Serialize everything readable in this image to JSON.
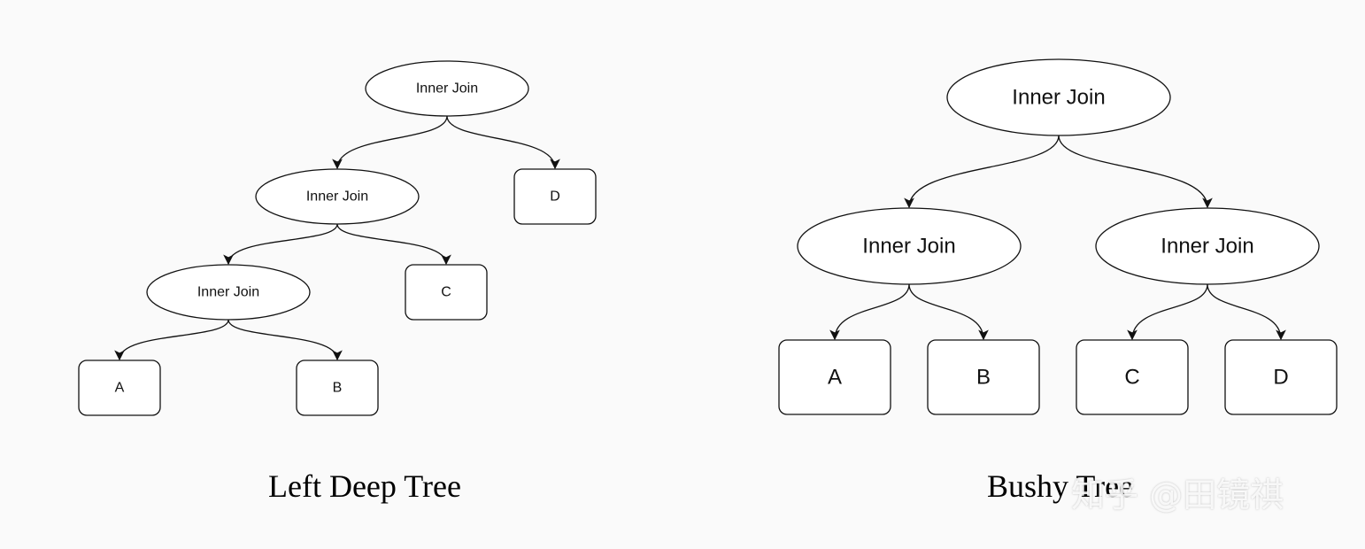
{
  "diagrams": {
    "left": {
      "caption": "Left Deep Tree",
      "nodes": [
        {
          "id": "lj1",
          "label": "Inner Join",
          "shape": "ellipse"
        },
        {
          "id": "lj2",
          "label": "Inner Join",
          "shape": "ellipse"
        },
        {
          "id": "lj3",
          "label": "Inner Join",
          "shape": "ellipse"
        },
        {
          "id": "ld",
          "label": "D",
          "shape": "box"
        },
        {
          "id": "lc",
          "label": "C",
          "shape": "box"
        },
        {
          "id": "la",
          "label": "A",
          "shape": "box"
        },
        {
          "id": "lb",
          "label": "B",
          "shape": "box"
        }
      ],
      "edges": [
        [
          "lj1",
          "lj2"
        ],
        [
          "lj1",
          "ld"
        ],
        [
          "lj2",
          "lj3"
        ],
        [
          "lj2",
          "lc"
        ],
        [
          "lj3",
          "la"
        ],
        [
          "lj3",
          "lb"
        ]
      ]
    },
    "right": {
      "caption": "Bushy Tree",
      "nodes": [
        {
          "id": "rj1",
          "label": "Inner Join",
          "shape": "ellipse"
        },
        {
          "id": "rj2",
          "label": "Inner Join",
          "shape": "ellipse"
        },
        {
          "id": "rj3",
          "label": "Inner Join",
          "shape": "ellipse"
        },
        {
          "id": "ra",
          "label": "A",
          "shape": "box"
        },
        {
          "id": "rb",
          "label": "B",
          "shape": "box"
        },
        {
          "id": "rc",
          "label": "C",
          "shape": "box"
        },
        {
          "id": "rd",
          "label": "D",
          "shape": "box"
        }
      ],
      "edges": [
        [
          "rj1",
          "rj2"
        ],
        [
          "rj1",
          "rj3"
        ],
        [
          "rj2",
          "ra"
        ],
        [
          "rj2",
          "rb"
        ],
        [
          "rj3",
          "rc"
        ],
        [
          "rj3",
          "rd"
        ]
      ]
    }
  },
  "watermark": "知乎 @田镜祺"
}
